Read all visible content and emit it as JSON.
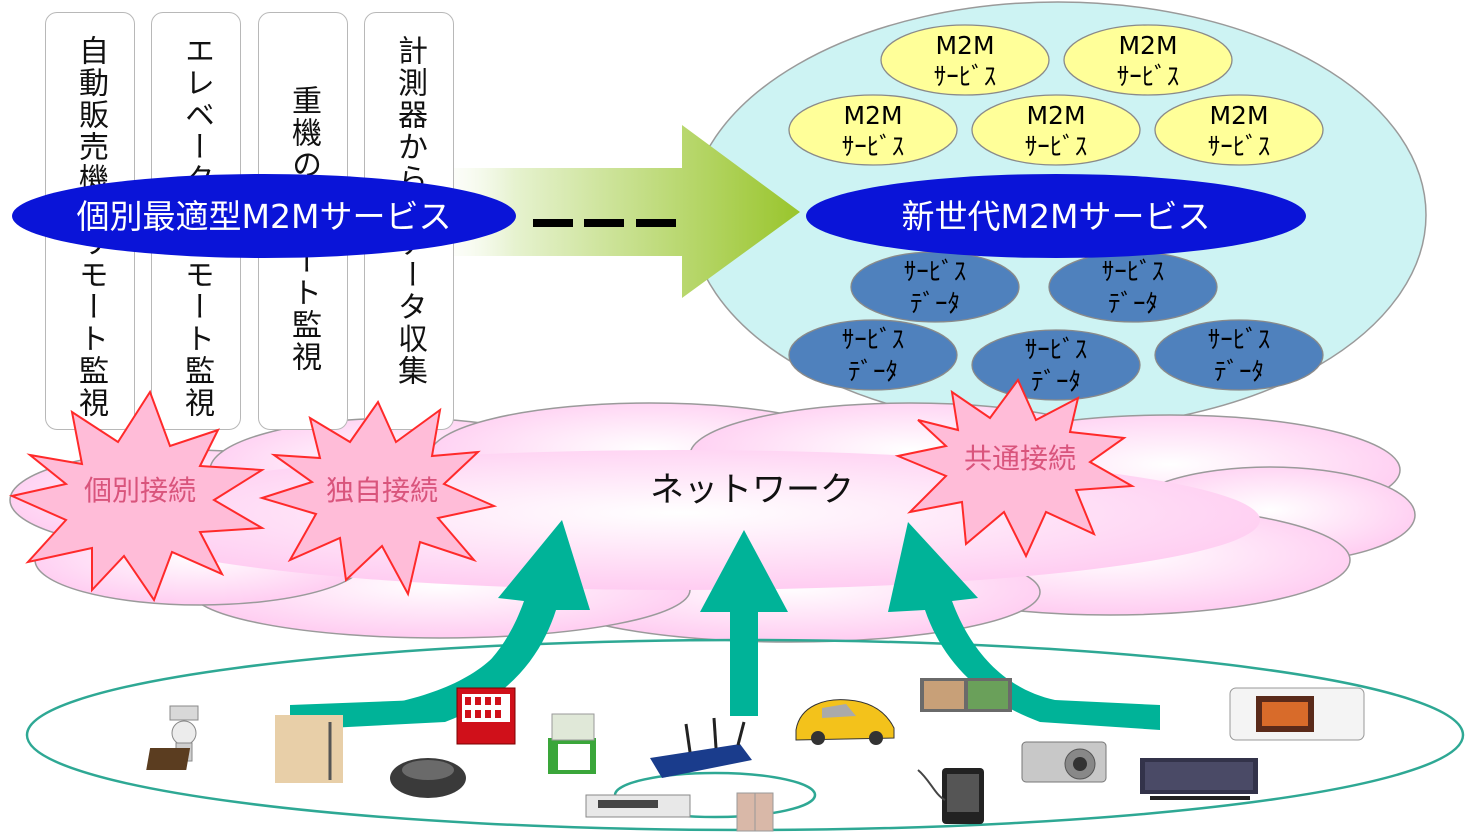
{
  "columns": [
    "自動販売機のリモート監視",
    "エレベータのリモート監視",
    "重機のリモート監視",
    "計測器からのデータ収集"
  ],
  "left_service_label": "個別最適型M2Mサービス",
  "right_service_label": "新世代M2Mサービス",
  "m2m_service": {
    "line1": "M2M",
    "line2": "ｻｰﾋﾞｽ"
  },
  "service_data": {
    "line1": "ｻｰﾋﾞｽ",
    "line2": "ﾃﾞｰﾀ"
  },
  "bursts": {
    "individual": "個別接続",
    "proprietary": "独自接続",
    "common": "共通接続"
  },
  "network_label": "ネットワーク",
  "colors": {
    "navy_ellipse": "#0a14d8",
    "light_cyan": "#cdf3f3",
    "m2m_yellow": "#ffff99",
    "data_blue": "#4f81bd",
    "burst_pink": "#ffbcd8",
    "burst_border": "#ff2a2a",
    "cloud_pink": "#ffc8f0",
    "teal_arrow": "#00b398",
    "green_arrow": "#9cc730"
  }
}
